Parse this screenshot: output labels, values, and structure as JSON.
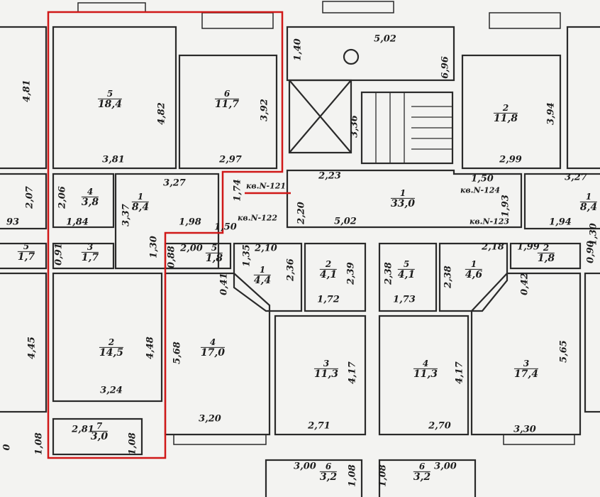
{
  "title": "Floor plan",
  "accent_color": "#d01818",
  "rooms": [
    {
      "number": "5",
      "area": "18,4"
    },
    {
      "number": "6",
      "area": "11,7"
    },
    {
      "number": "4",
      "area": "3,8"
    },
    {
      "number": "1",
      "area": "8,4"
    },
    {
      "number": "3",
      "area": "1,7"
    },
    {
      "number": "2",
      "area": "14,5"
    },
    {
      "number": "7",
      "area": "3,0"
    },
    {
      "number": "5",
      "area": "1,7"
    },
    {
      "number": "5",
      "area": "1,8"
    },
    {
      "number": "1",
      "area": "4,4"
    },
    {
      "number": "2",
      "area": "4,1"
    },
    {
      "number": "4",
      "area": "17,0"
    },
    {
      "number": "3",
      "area": "11,3"
    },
    {
      "number": "1",
      "area": "33,0"
    },
    {
      "number": "6",
      "area": "3,2"
    },
    {
      "number": "2",
      "area": "11,8"
    },
    {
      "number": "1",
      "area": "8,4"
    },
    {
      "number": "5",
      "area": "4,1"
    },
    {
      "number": "1",
      "area": "4,6"
    },
    {
      "number": "2",
      "area": "1,8"
    },
    {
      "number": "4",
      "area": "11,3"
    },
    {
      "number": "3",
      "area": "17,4"
    },
    {
      "number": "6",
      "area": "3,2"
    }
  ],
  "apartments": [
    "кв.N-121",
    "кв.N-122",
    "кв.N-124",
    "кв.N-123"
  ],
  "dimensions": [
    "4,81",
    "3,81",
    "4,82",
    "2,97",
    "3,92",
    "1,40",
    "5,02",
    "6,96",
    "3,36",
    "2,23",
    "3,94",
    "2,99",
    "3,27",
    "3,27",
    "2,07",
    "2,06",
    "1,84",
    "3,37",
    "1,98",
    "1,74",
    "2,20",
    "5,02",
    "1,50",
    "1,50",
    "1,93",
    "1,94",
    "1,30",
    "93",
    "0,91",
    "1,30",
    "0,88",
    "2,00",
    "1,35",
    "2,10",
    "2,36",
    "2,39",
    "0,41",
    "1,72",
    "2,38",
    "1,73",
    "2,38",
    "2,18",
    "1,99",
    "0,90",
    "0,42",
    "4,45",
    "4,48",
    "5,68",
    "4,17",
    "4,17",
    "5,65",
    "3,24",
    "3,20",
    "2,71",
    "2,70",
    "3,30",
    "2,81",
    "1,08",
    "1,08",
    "3,00",
    "1,08",
    "1,08",
    "3,00",
    "0"
  ]
}
